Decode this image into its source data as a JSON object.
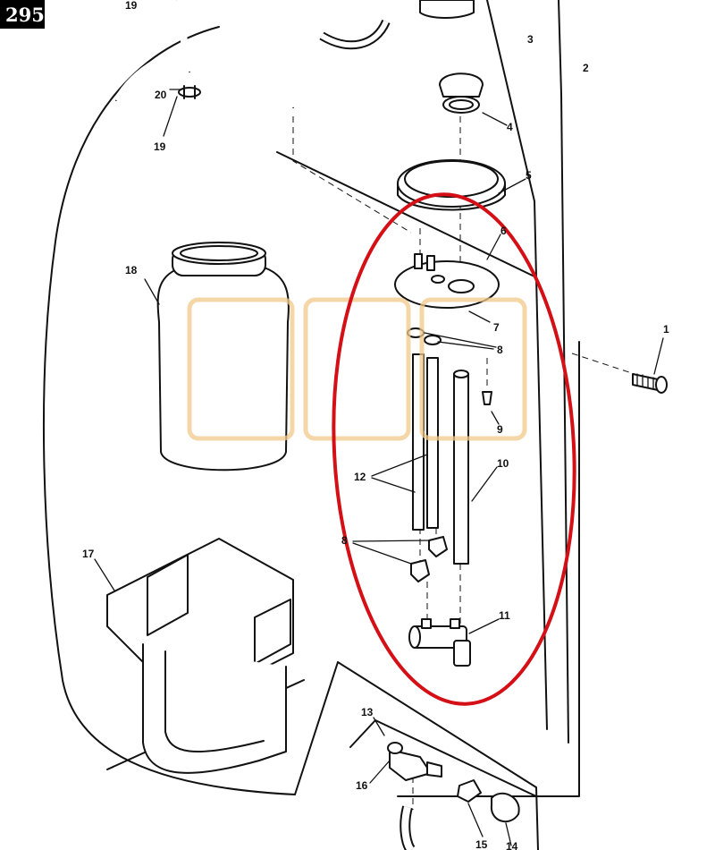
{
  "badge": "295",
  "labels": {
    "c1": "1",
    "c2": "2",
    "c3": "3",
    "c4": "4",
    "c5": "5",
    "c6": "6",
    "c7": "7",
    "c8a": "8",
    "c8b": "8",
    "c9": "9",
    "c10": "10",
    "c11": "11",
    "c12": "12",
    "c13": "13",
    "c14": "14",
    "c15": "15",
    "c16": "16",
    "c17": "17",
    "c18": "18",
    "c19a": "19",
    "c19b": "19",
    "c20": "20"
  },
  "colors": {
    "ink": "#111111",
    "highlight": "#d40f16",
    "watermark": "#f1c98a",
    "badge_bg": "#000000"
  }
}
